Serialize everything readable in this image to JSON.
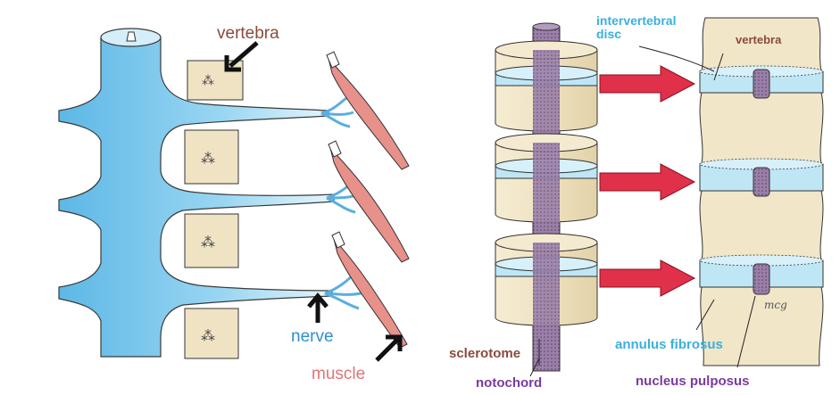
{
  "labels": {
    "vertebra_left": "vertebra",
    "nerve": "nerve",
    "muscle": "muscle",
    "intervertebral_disc": "intervertebral disc",
    "vertebra_right": "vertebra",
    "sclerotome": "sclerotome",
    "notochord": "notochord",
    "annulus_fibrosus": "annulus fibrosus",
    "nucleus_pulposus": "nucleus pulposus",
    "signature": "mcg"
  },
  "colors": {
    "spinal_cord": "#8fd0ef",
    "nerve": "#5aaee0",
    "vertebra_fill": "#efe3c4",
    "muscle": "#e8908a",
    "disc": "#bfe6f5",
    "notochord": "#9a7fa8",
    "arrow_red": "#e0304a",
    "arrow_black": "#111111"
  },
  "icons": {
    "pointer": "black-arrow-icon",
    "flow": "red-arrow-icon"
  }
}
